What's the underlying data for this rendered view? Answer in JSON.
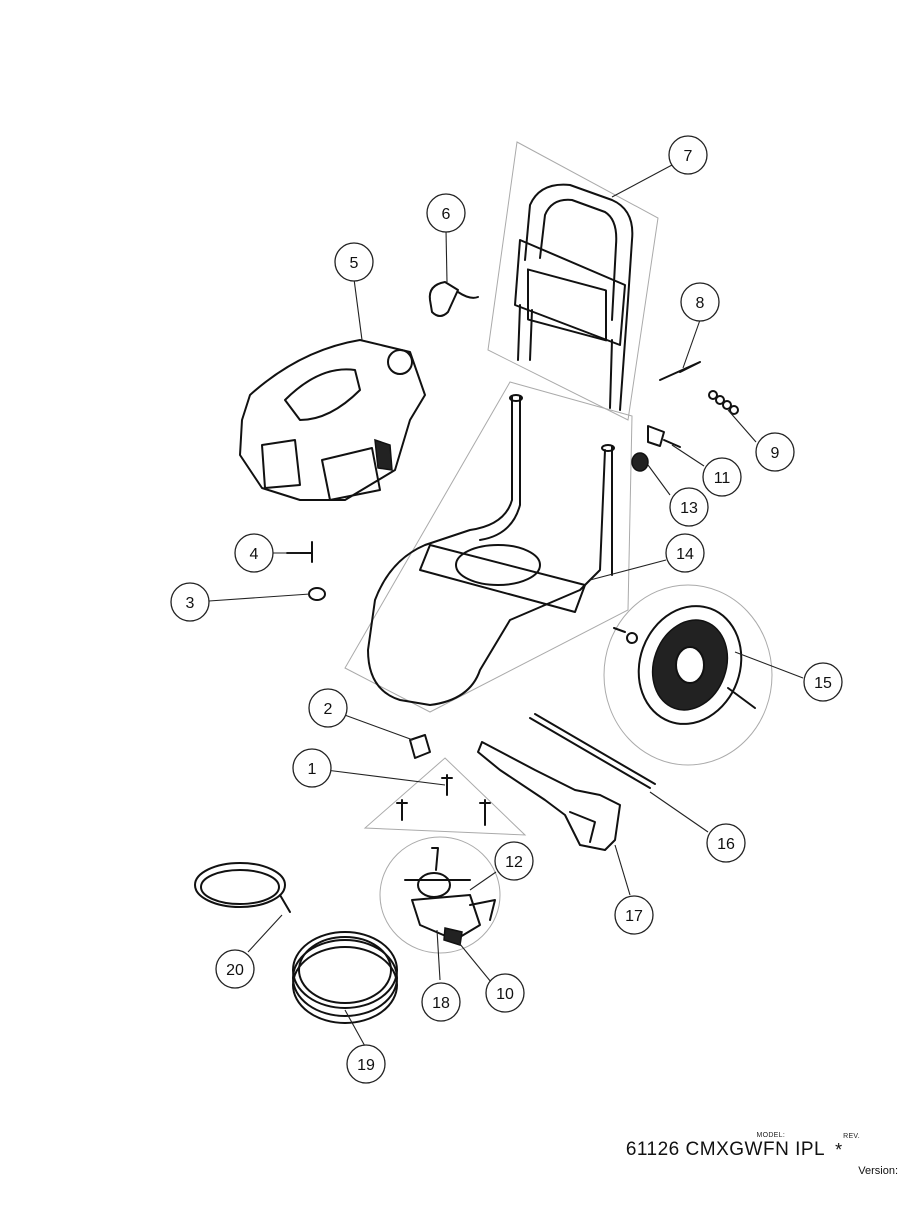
{
  "callouts": [
    "1",
    "2",
    "3",
    "4",
    "5",
    "6",
    "7",
    "8",
    "9",
    "10",
    "11",
    "12",
    "13",
    "14",
    "15",
    "16",
    "17",
    "18",
    "19",
    "20"
  ],
  "title_block": {
    "model_label": "MODEL:",
    "model": "61126 CMXGWFN IPL",
    "rev_label": "REV.",
    "rev": "*",
    "version_label": "Version:"
  },
  "parts": {
    "engine": "engine-icon",
    "frame_handle": "frame-handle-icon",
    "frame_base": "frame-base-icon",
    "wheel": "wheel-icon",
    "spray_gun": "spray-gun-icon",
    "lance": "lance-icon",
    "pump": "pump-icon",
    "hose": "hose-icon"
  }
}
